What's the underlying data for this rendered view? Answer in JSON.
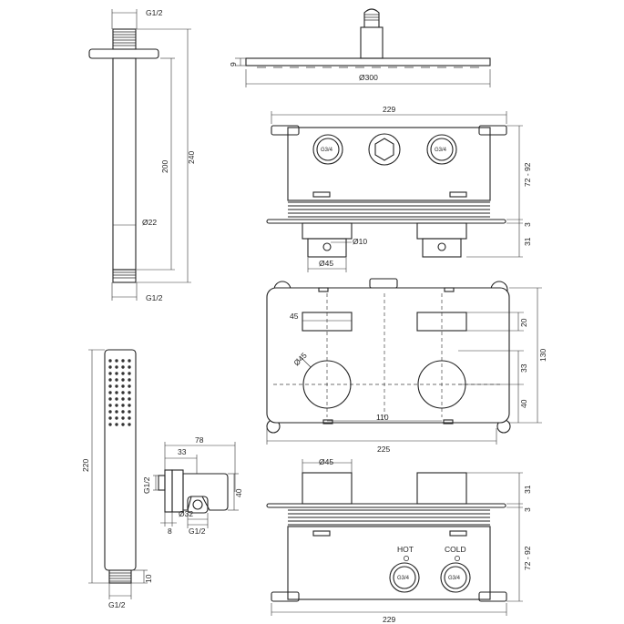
{
  "labels": {
    "arm_top_thread": "G1/2",
    "arm_bottom_thread": "G1/2",
    "arm_len_200": "200",
    "arm_len_240": "240",
    "arm_diam": "Ø22",
    "head_height": "9",
    "head_diam": "Ø300",
    "valve_top_width": "229",
    "port_left": "G3/4",
    "port_right": "G3/4",
    "depth_range_top": "72 - 92",
    "plate_thickness_top": "3",
    "knob_height_top": "31",
    "stem_diam": "Ø10",
    "knob_diam_top": "Ø45",
    "front_45": "45",
    "front_knob_diam": "Ø45",
    "front_110": "110",
    "front_225": "225",
    "front_20": "20",
    "front_130": "130",
    "front_33": "33",
    "front_40": "40",
    "hand_len": "220",
    "hand_10": "10",
    "hand_thread": "G1/2",
    "elbow_78": "78",
    "elbow_33": "33",
    "elbow_thread_top": "G1/2",
    "elbow_diam32": "Ø32",
    "elbow_40": "40",
    "elbow_8": "8",
    "elbow_thread_bottom": "G1/2",
    "bottom_knob_diam": "Ø45",
    "bottom_31": "31",
    "bottom_3": "3",
    "bottom_72_92": "72 - 92",
    "hot": "HOT",
    "cold": "COLD",
    "bottom_port_left": "G3/4",
    "bottom_port_right": "G3/4",
    "bottom_229": "229"
  }
}
